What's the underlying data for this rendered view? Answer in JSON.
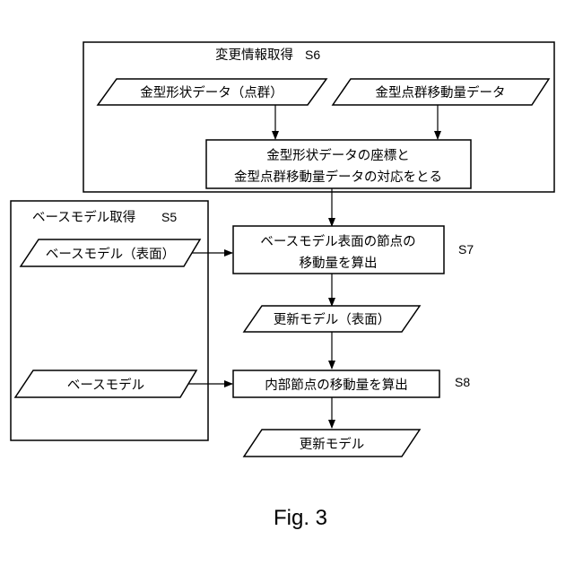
{
  "groups": {
    "change_info": {
      "title": "変更情報取得",
      "step": "S6"
    },
    "base_model": {
      "title": "ベースモデル取得",
      "step": "S5"
    }
  },
  "nodes": {
    "mold_shape_data": "金型形状データ（点群）",
    "mold_point_move_data": "金型点群移動量データ",
    "correspondence_line1": "金型形状データの座標と",
    "correspondence_line2": "金型点群移動量データの対応をとる",
    "base_model_surface": "ベースモデル（表面）",
    "surface_move_line1": "ベースモデル表面の節点の",
    "surface_move_line2": "移動量を算出",
    "updated_model_surface": "更新モデル（表面）",
    "base_model": "ベースモデル",
    "internal_move": "内部節点の移動量を算出",
    "updated_model": "更新モデル"
  },
  "steps": {
    "s7": "S7",
    "s8": "S8"
  },
  "caption": "Fig. 3"
}
